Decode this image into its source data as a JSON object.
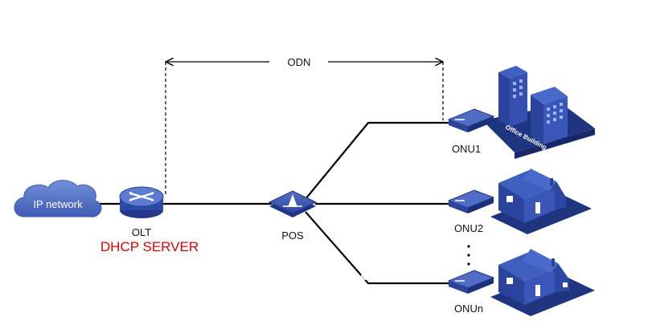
{
  "labels": {
    "odn": "ODN",
    "ip_network": "IP network",
    "olt": "OLT",
    "dhcp_server": "DHCP SERVER",
    "pos": "POS",
    "onu1": "ONU1",
    "onu2": "ONU2",
    "onun": "ONUn",
    "office_building": "Office Building"
  },
  "colors": {
    "device_blue": "#2e4aa8",
    "device_dark": "#1c2f78",
    "cloud_fill": "#4e6fc4",
    "link_line": "#000000",
    "dhcp_text": "#e00000"
  },
  "icons": {
    "ip_network": "cloud-icon",
    "olt": "router-icon",
    "pos": "splitter-icon",
    "onu": "onu-device-icon",
    "office": "office-building-icon",
    "house": "house-icon"
  }
}
